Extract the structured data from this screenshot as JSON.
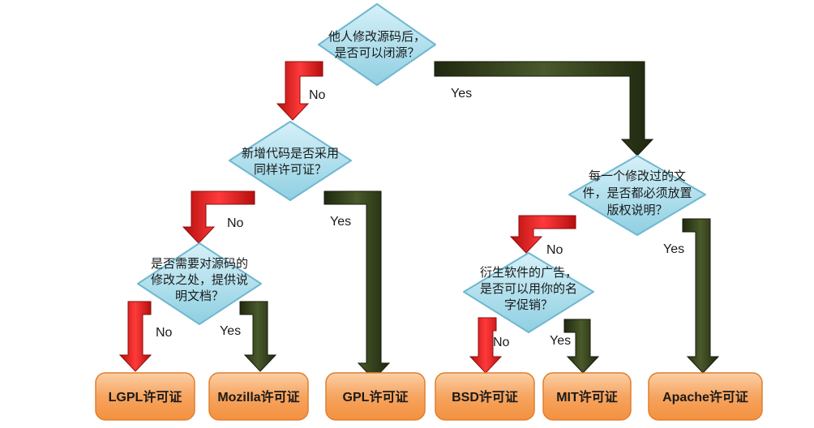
{
  "questions": {
    "q1": {
      "line1": "他人修改源码后，",
      "line2": "是否可以闭源？"
    },
    "q2": {
      "line1": "新增代码是否采用",
      "line2": "同样许可证？"
    },
    "q3": {
      "line1": "是否需要对源码的",
      "line2": "修改之处，提供说",
      "line3": "明文档？"
    },
    "q4": {
      "line1": "每一个修改过的文",
      "line2": "件，是否都必须放置",
      "line3": "版权说明？"
    },
    "q5": {
      "line1": "衍生软件的广告，",
      "line2": "是否可以用你的名",
      "line3": "字促销？"
    }
  },
  "edges": {
    "q1_no": "No",
    "q1_yes": "Yes",
    "q2_no": "No",
    "q2_yes": "Yes",
    "q3_no": "No",
    "q3_yes": "Yes",
    "q4_no": "No",
    "q4_yes": "Yes",
    "q5_no": "No",
    "q5_yes": "Yes"
  },
  "results": {
    "lgpl": "LGPL许可证",
    "mozilla": "Mozilla许可证",
    "gpl": "GPL许可证",
    "bsd": "BSD许可证",
    "mit": "MIT许可证",
    "apache": "Apache许可证"
  },
  "colors": {
    "diamond_fill": "#a9dcea",
    "diamond_stroke": "#6fb8cf",
    "no_arrow": "#d81818",
    "yes_arrow": "#2f3a1a",
    "result_fill": "#f7a35c",
    "result_stroke": "#e07f2e"
  }
}
